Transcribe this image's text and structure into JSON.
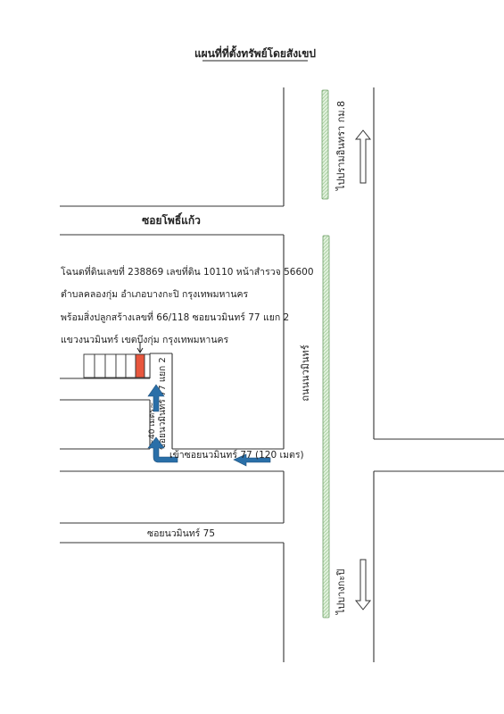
{
  "title": "แผนที่ที่ตั้งทรัพย์โดยสังเขป",
  "roads": {
    "top_side_soi": "ซอยโพธิ์แก้ว",
    "main_road": "ถนนนวมินทร์",
    "soi_75": "ซอยนวมินทร์ 75",
    "soi_77_entry": "เข้าซอยนวมินทร์ 77 (120 เมตร)",
    "soi_77_2": "ซอยนวมินทร์ 77 แยก 2",
    "distance_40": "~40 เมตร~"
  },
  "directions": {
    "north": "ไปปรามอินทรา กม.8",
    "south": "ไปบางกะปิ"
  },
  "property_info": {
    "line1": "โฉนดที่ดินเลขที่ 238869 เลขที่ดิน 10110 หน้าสำรวจ 56600",
    "line2": "ตำบลคลองกุ่ม อำเภอบางกะปิ กรุงเทพมหานคร",
    "line3": "พร้อมสิ่งปลูกสร้างเลขที่ 66/118 ซอยนวมินทร์ 77 แยก 2",
    "line4": "แขวงนวมินทร์ เขตบึงกุ่ม กรุงเทพมหานคร"
  },
  "colors": {
    "route_arrow": "#2a6fa8",
    "property": "#e8563d",
    "median": "#cfe8c8"
  }
}
